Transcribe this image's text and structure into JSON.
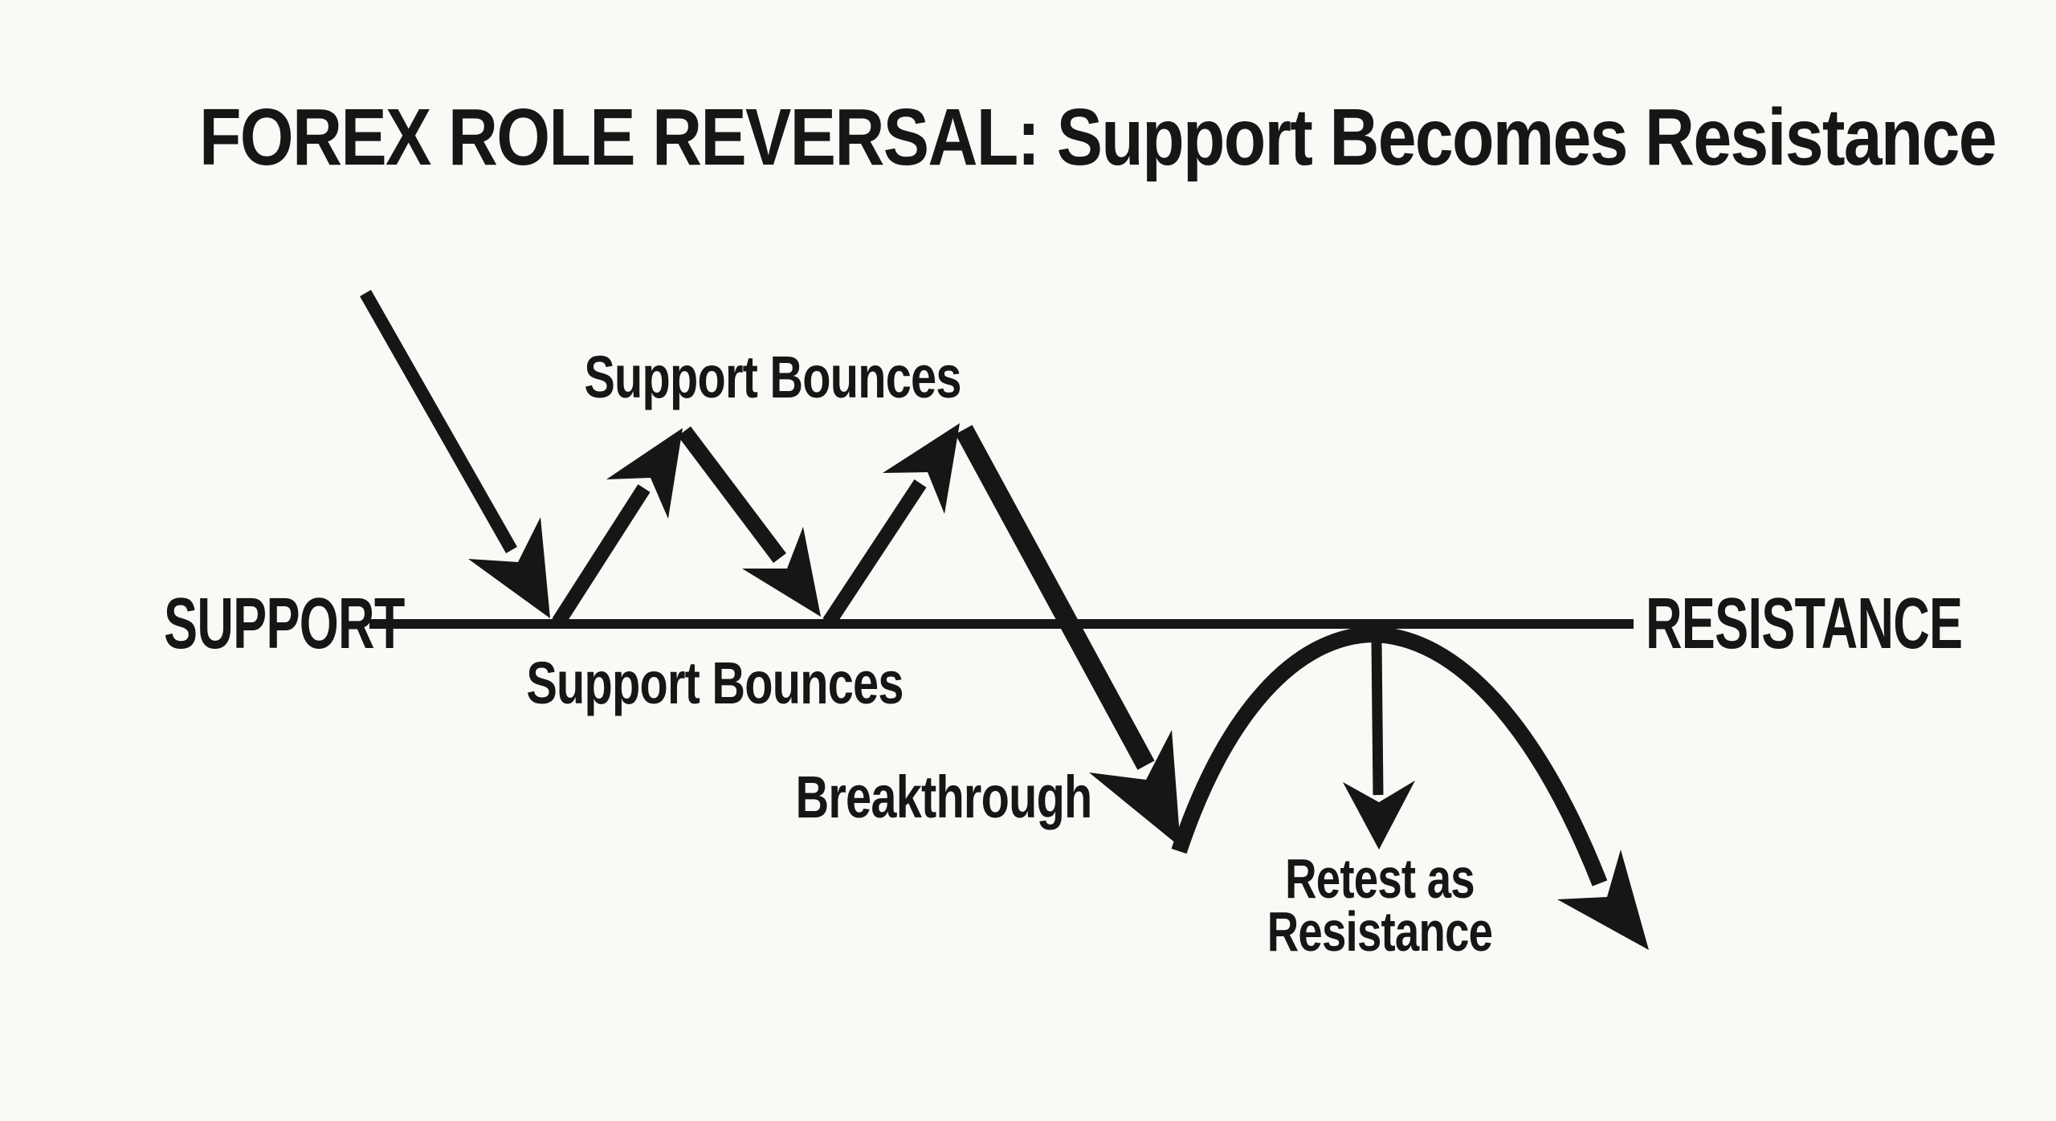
{
  "title": "FOREX ROLE REVERSAL: Support Becomes Resistance",
  "labels": {
    "support": "SUPPORT",
    "resistance": "RESISTANCE",
    "support_bounces_top": "Support Bounces",
    "support_bounces_bottom": "Support Bounces",
    "breakthrough": "Breakthrough",
    "retest_line1": "Retest as",
    "retest_line2": "Resistance"
  },
  "colors": {
    "background": "#FAF9F6",
    "ink": "#161616"
  }
}
